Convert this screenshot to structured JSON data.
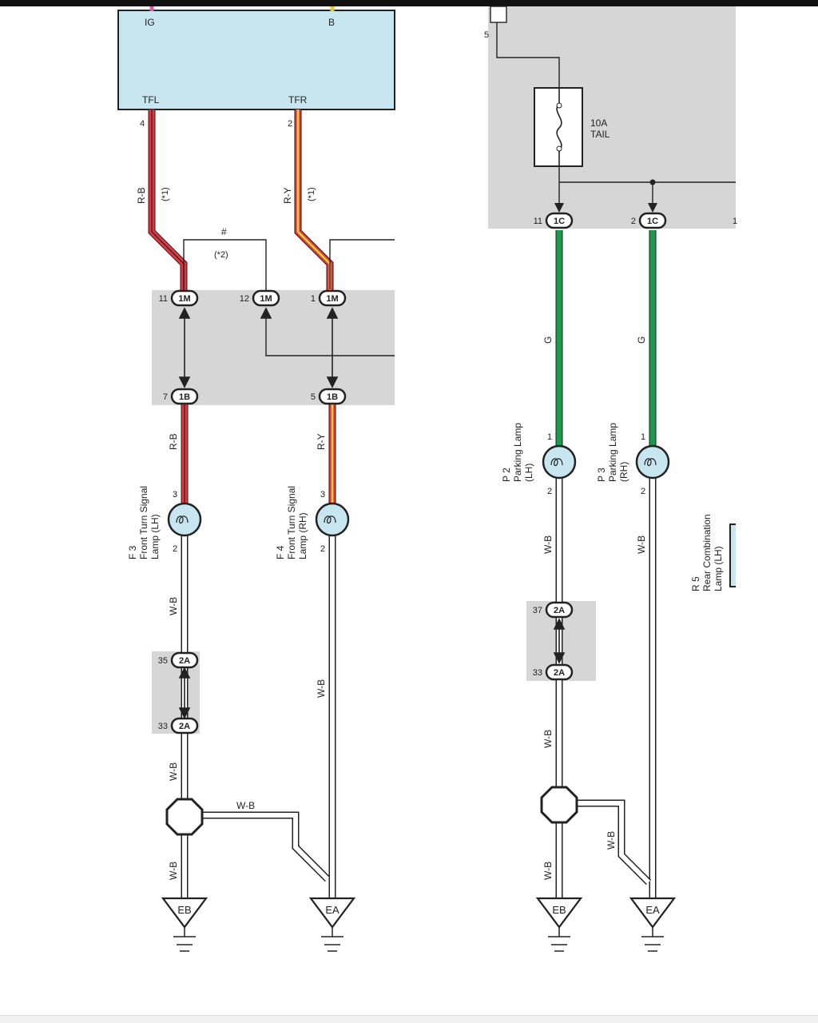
{
  "colors": {
    "module_fill": "#c7e6ef",
    "shade": "#d6d6d6",
    "wire_red": "#e8343c",
    "wire_yellow": "#f4d03f",
    "wire_green": "#1a9a4a",
    "wire_white": "#ffffff",
    "outline": "#222222"
  },
  "module": {
    "pin_ig": "IG",
    "pin_b": "B",
    "pin_tfl": "TFL",
    "pin_tfr": "TFR",
    "pin_tfl_num": "4",
    "pin_tfr_num": "2"
  },
  "wire_labels": {
    "rb": "R-B",
    "ry": "R-Y",
    "note1": "(*1)",
    "note2": "(*2)",
    "hash": "#",
    "g": "G",
    "wb": "W-B"
  },
  "connectors": {
    "c_1m_11": {
      "pin": "11",
      "id": "1M"
    },
    "c_1m_12": {
      "pin": "12",
      "id": "1M"
    },
    "c_1m_1": {
      "pin": "1",
      "id": "1M"
    },
    "c_1b_7": {
      "pin": "7",
      "id": "1B"
    },
    "c_1b_5": {
      "pin": "5",
      "id": "1B"
    },
    "c_2a_35": {
      "pin": "35",
      "id": "2A"
    },
    "c_2a_33l": {
      "pin": "33",
      "id": "2A"
    },
    "c_1c_11": {
      "pin": "11",
      "id": "1C"
    },
    "c_1c_2": {
      "pin": "2",
      "id": "1C"
    },
    "c_1c_cut": {
      "pin": "1"
    },
    "c_2a_37": {
      "pin": "37",
      "id": "2A"
    },
    "c_2a_33r": {
      "pin": "33",
      "id": "2A"
    }
  },
  "fuse": {
    "rating": "10A",
    "name": "TAIL"
  },
  "lamps": {
    "f3": {
      "code": "F 3",
      "line1": "Front Turn Signal",
      "line2": "Lamp (LH)",
      "pin_top": "3",
      "pin_bottom": "2"
    },
    "f4": {
      "code": "F 4",
      "line1": "Front Turn Signal",
      "line2": "Lamp (RH)",
      "pin_top": "3",
      "pin_bottom": "2"
    },
    "p2": {
      "code": "P 2",
      "line1": "Parking Lamp",
      "line2": "(LH)",
      "pin_top": "1",
      "pin_bottom": "2"
    },
    "p3": {
      "code": "P 3",
      "line1": "Parking Lamp",
      "line2": "(RH)",
      "pin_top": "1",
      "pin_bottom": "2"
    },
    "r5": {
      "code": "R 5",
      "line1": "Rear Combination",
      "line2": "Lamp (LH)"
    }
  },
  "grounds": {
    "eb": "EB",
    "ea": "EA"
  },
  "partial_text": {
    "relay_pin": "5"
  }
}
